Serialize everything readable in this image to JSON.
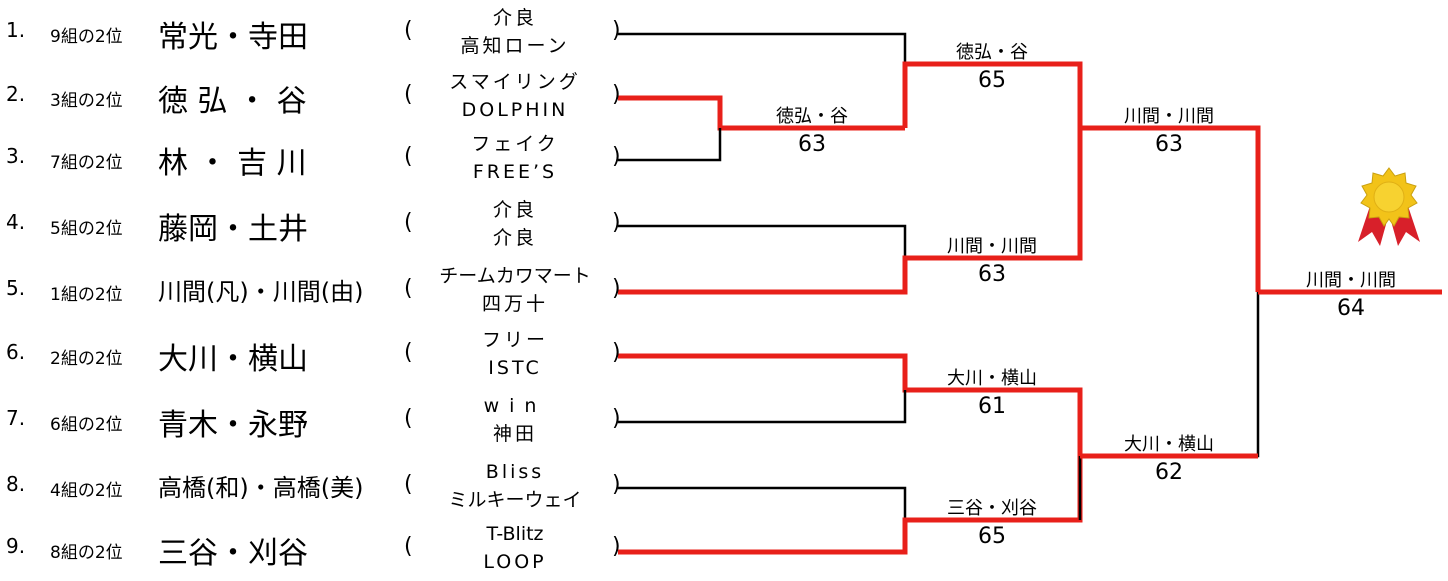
{
  "entries": [
    {
      "seed": "1.",
      "group": "9組の2位",
      "players": "常光・寺田",
      "club1": "介良",
      "club2": "高知ローン"
    },
    {
      "seed": "2.",
      "group": "3組の2位",
      "players": "徳 弘 ・ 谷",
      "club1": "スマイリング",
      "club2": "DOLPHIN"
    },
    {
      "seed": "3.",
      "group": "7組の2位",
      "players": "林 ・ 吉 川",
      "club1": "フェイク",
      "club2": "FREE’S"
    },
    {
      "seed": "4.",
      "group": "5組の2位",
      "players": "藤岡・土井",
      "club1": "介良",
      "club2": "介良"
    },
    {
      "seed": "5.",
      "group": "1組の2位",
      "players": "川間(凡)・川間(由)",
      "club1": "チームカワマート",
      "club2": "四万十"
    },
    {
      "seed": "6.",
      "group": "2組の2位",
      "players": "大川・横山",
      "club1": "フリー",
      "club2": "ISTC"
    },
    {
      "seed": "7.",
      "group": "6組の2位",
      "players": "青木・永野",
      "club1": "win",
      "club2": "神田"
    },
    {
      "seed": "8.",
      "group": "4組の2位",
      "players": "高橋(和)・高橋(美)",
      "club1": "Bliss",
      "club2": "ミルキーウェイ"
    },
    {
      "seed": "9.",
      "group": "8組の2位",
      "players": "三谷・刈谷",
      "club1": "T-Blitz",
      "club2": "LOOP"
    }
  ],
  "paren_open": "(",
  "paren_close": ")",
  "matches": {
    "r1": {
      "winner": "徳弘・谷",
      "score": "63"
    },
    "qf1": {
      "winner": "徳弘・谷",
      "score": "65"
    },
    "qf2": {
      "winner": "川間・川間",
      "score": "63"
    },
    "qf3": {
      "winner": "大川・横山",
      "score": "61"
    },
    "qf4": {
      "winner": "三谷・刈谷",
      "score": "65"
    },
    "sf1": {
      "winner": "川間・川間",
      "score": "63"
    },
    "sf2": {
      "winner": "大川・横山",
      "score": "62"
    },
    "final": {
      "winner": "川間・川間",
      "score": "64"
    }
  },
  "colors": {
    "win_line": "#e8201a",
    "lose_line": "#000000",
    "medal": "#f2c319",
    "ribbon": "#d8202a"
  },
  "icons": {
    "trophy": "medal-icon"
  }
}
